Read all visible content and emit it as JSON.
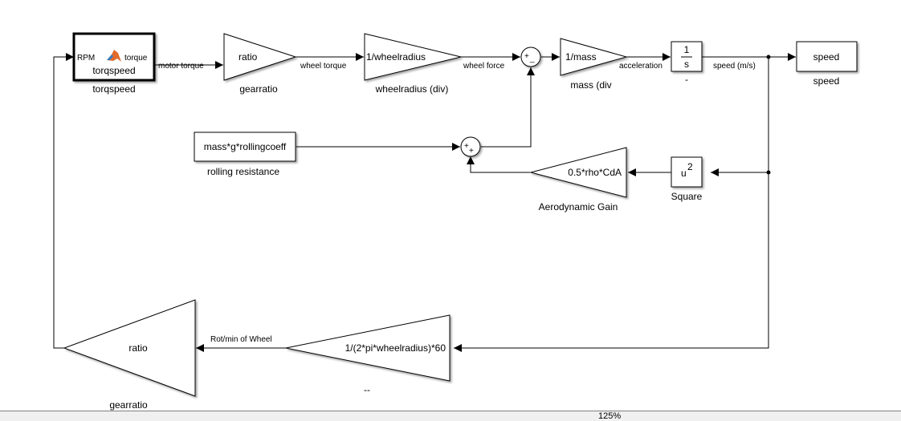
{
  "model": {
    "blocks": {
      "torqspeed": {
        "port_in": "RPM",
        "port_out": "torque",
        "inner_label": "torqspeed",
        "name": "torqspeed"
      },
      "gearratio_fwd": {
        "gain": "ratio",
        "name": "gearratio"
      },
      "wheelradius_div": {
        "gain": "1/wheelradius",
        "name": "wheelradius (div)"
      },
      "sum1": {
        "signs": [
          "+",
          "_"
        ]
      },
      "mass_div": {
        "gain": "1/mass",
        "name": "mass (div"
      },
      "integrator": {
        "numerator": "1",
        "denominator": "s",
        "name": "-"
      },
      "speed_out": {
        "label": "speed",
        "name": "speed"
      },
      "rolling_resistance": {
        "value": "mass*g*rollingcoeff",
        "name": "rolling resistance"
      },
      "sum2": {
        "signs": [
          "+",
          "+"
        ]
      },
      "aero_gain": {
        "gain": "0.5*rho*CdA",
        "name": "Aerodynamic Gain"
      },
      "square": {
        "base": "u",
        "exponent": "2",
        "name": "Square"
      },
      "rpm_gain": {
        "gain": "1/(2*pi*wheelradius)*60",
        "name": "--"
      },
      "gearratio_back": {
        "gain": "ratio",
        "name": "gearratio"
      }
    },
    "signals": {
      "motor_torque": "motor torque",
      "wheel_torque": "wheel torque",
      "wheel_force": "wheel force",
      "acceleration": "acceleration",
      "speed_ms": "speed (m/s)",
      "rot_min_wheel": "Rot/min of Wheel"
    }
  },
  "statusbar": {
    "zoom": "125%"
  }
}
